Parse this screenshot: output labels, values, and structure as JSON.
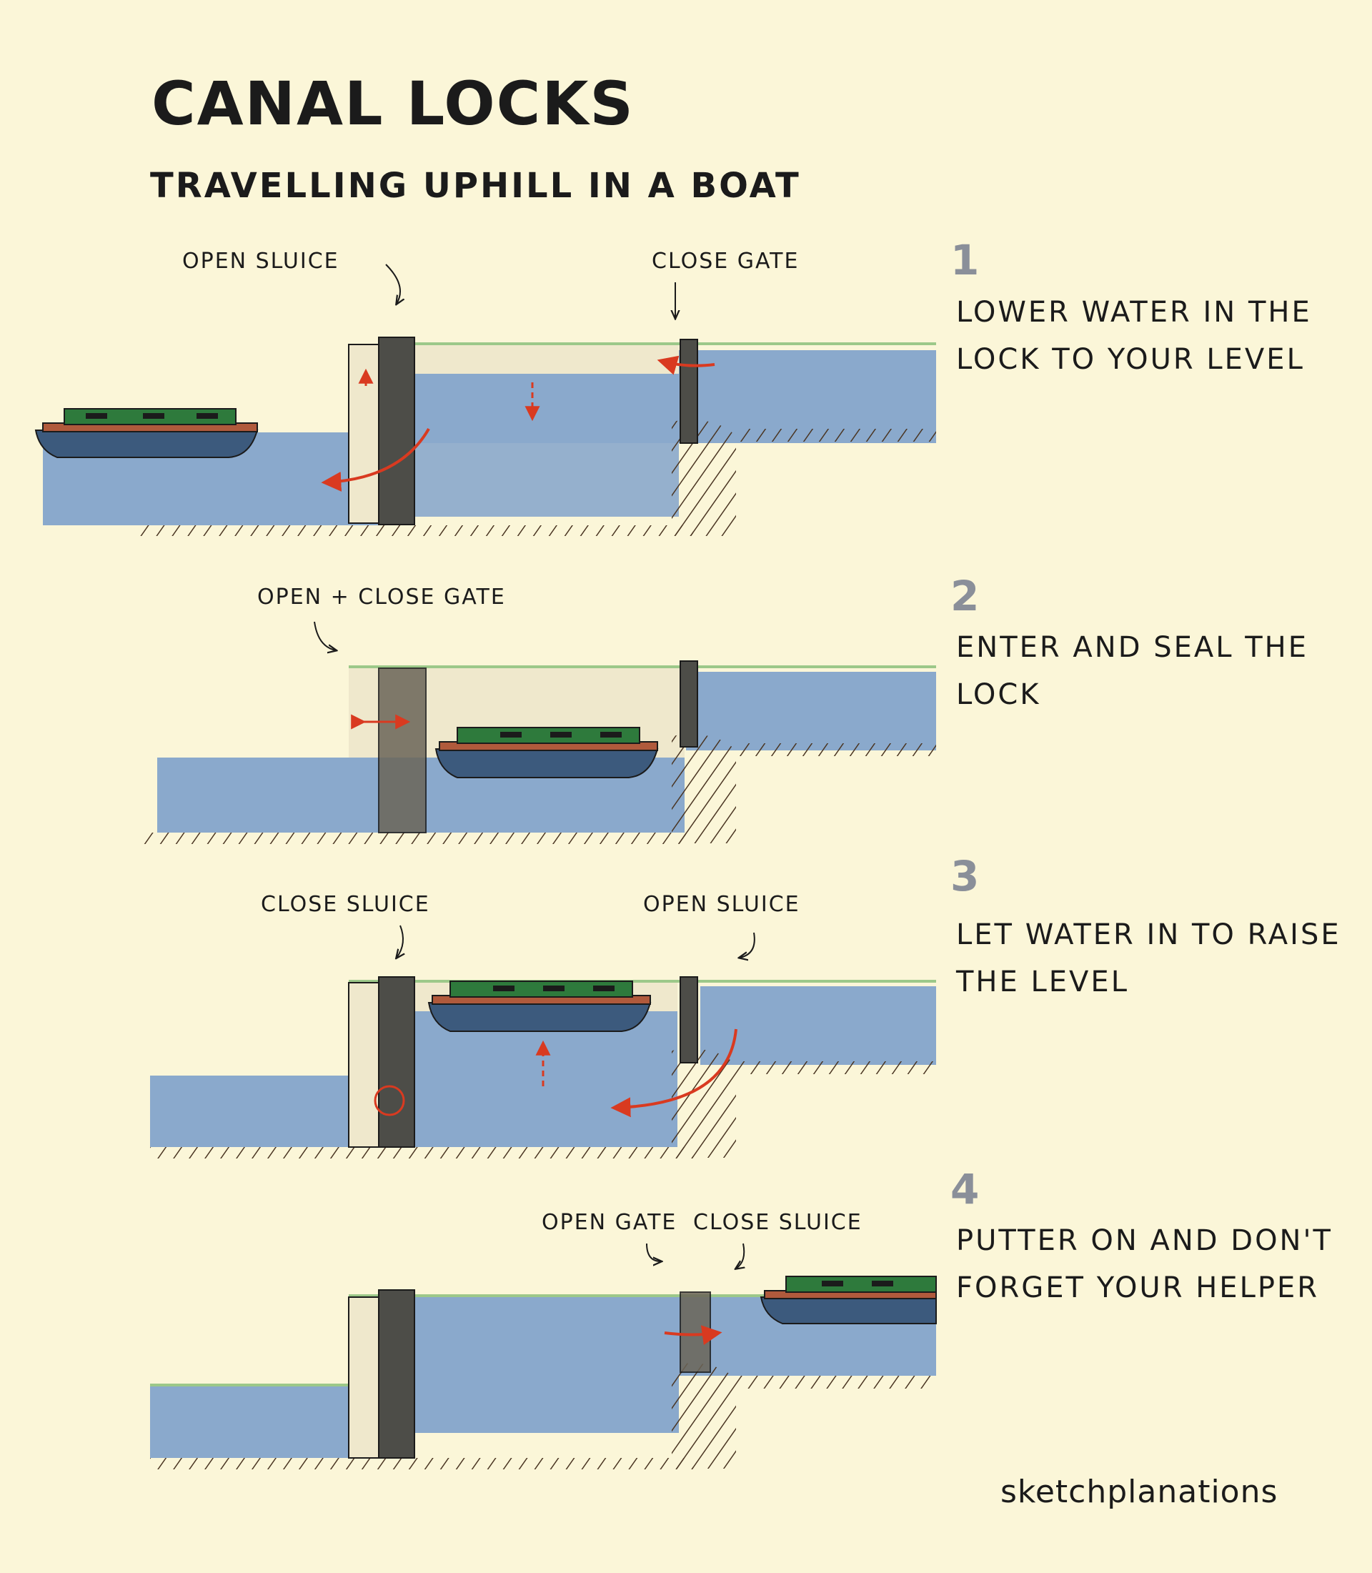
{
  "title": "CANAL LOCKS",
  "subtitle": "TRAVELLING UPHILL IN A BOAT",
  "colors": {
    "background": "#fbf6d8",
    "water": "#8aa9cc",
    "ground": "#8a6a48",
    "grass": "#9cc889",
    "boat_hull": "#3c5a7d",
    "boat_cabin": "#2e7a3c",
    "arrow": "#d93a20",
    "gate": "#4d4d48",
    "wall": "#efe8cc"
  },
  "steps": [
    {
      "number": "1",
      "text": "LOWER WATER IN THE LOCK TO YOUR LEVEL",
      "callouts": [
        "OPEN SLUICE",
        "CLOSE GATE"
      ]
    },
    {
      "number": "2",
      "text": "ENTER AND SEAL THE LOCK",
      "callouts": [
        "OPEN + CLOSE GATE"
      ]
    },
    {
      "number": "3",
      "text": "LET WATER IN TO RAISE THE LEVEL",
      "callouts": [
        "CLOSE SLUICE",
        "OPEN SLUICE"
      ]
    },
    {
      "number": "4",
      "text": "PUTTER ON AND DON'T FORGET YOUR HELPER",
      "callouts": [
        "OPEN GATE",
        "CLOSE SLUICE"
      ]
    }
  ],
  "brand": "sketchplanations"
}
